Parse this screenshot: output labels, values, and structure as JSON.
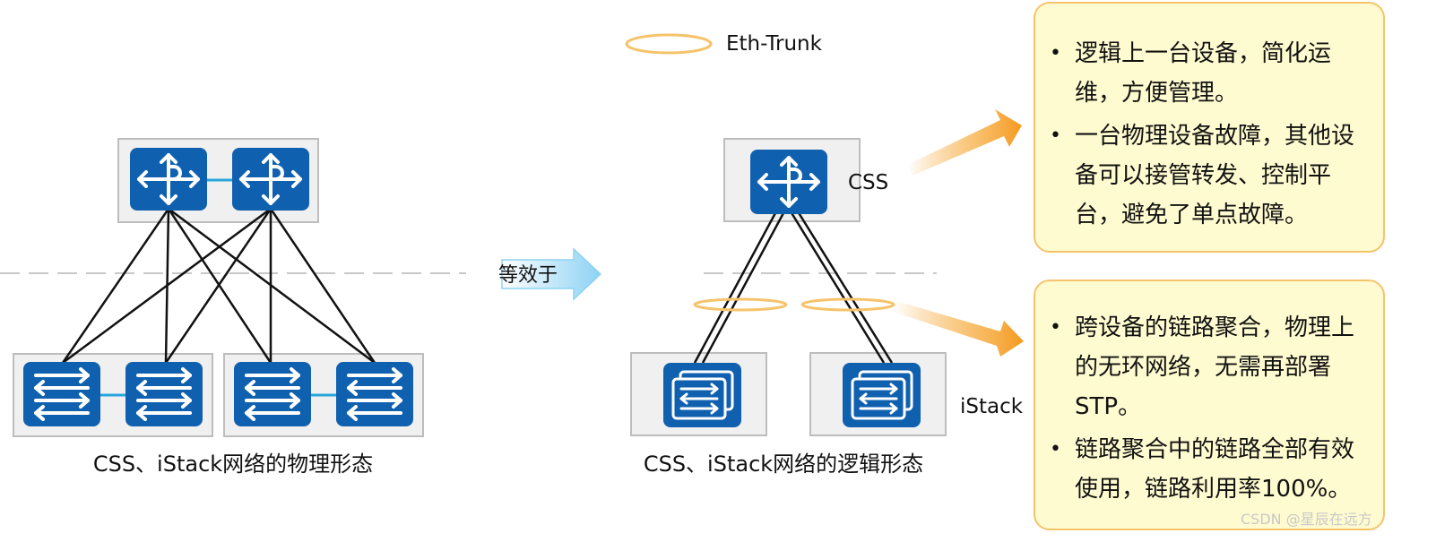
{
  "legend": {
    "eth_trunk_label": "Eth-Trunk"
  },
  "physical": {
    "caption": "CSS、iStack网络的物理形态"
  },
  "equivalence": {
    "label": "等效于"
  },
  "logical": {
    "caption": "CSS、iStack网络的逻辑形态",
    "css_label": "CSS",
    "istack_label": "iStack"
  },
  "benefits": {
    "css_points": [
      "逻辑上一台设备，简化运维，方便管理。",
      "一台物理设备故障，其他设备可以接管转发、控制平台，避免了单点故障。"
    ],
    "istack_points": [
      "跨设备的链路聚合，物理上的无环网络，无需再部署STP。",
      "链路聚合中的链路全部有效使用，链路利用率100%。"
    ]
  },
  "watermark": "CSDN @星辰在远方",
  "colors": {
    "device_blue": "#1060b0",
    "group_fill": "#f0f0f0",
    "stack_link": "#2aa6dc",
    "trunk_ring": "#f6c36a",
    "note_fill": "#fffbd0",
    "note_border": "#f6c36a",
    "arrow_orange": "#f5a028",
    "equiv_arrow": "#8dd2f4"
  },
  "icons": [
    "router-icon",
    "switch-icon",
    "stacked-switch-icon"
  ]
}
